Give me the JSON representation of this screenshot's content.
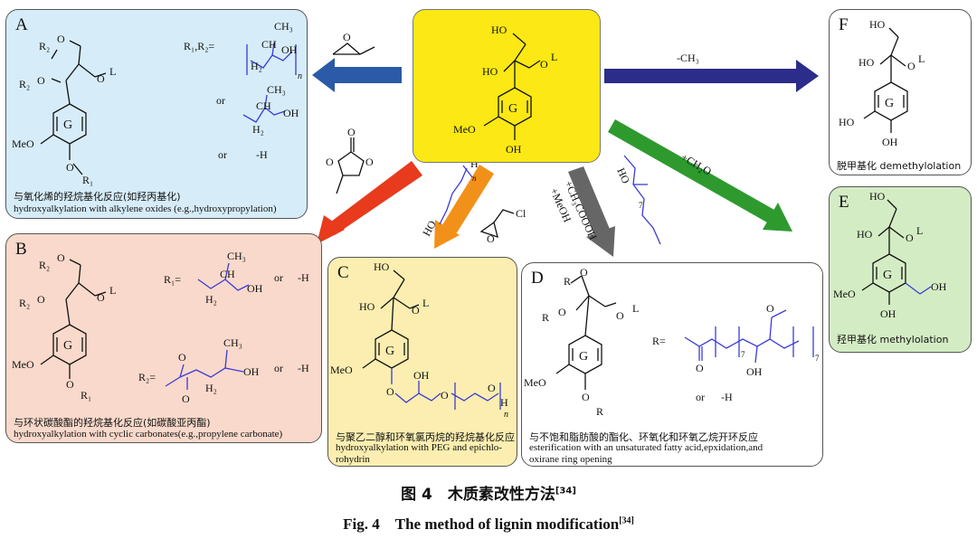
{
  "center": {
    "label_ho": "HO",
    "label_ho2": "HO",
    "label_ol": "O",
    "label_l": "L",
    "ring": "G",
    "meo": "MeO",
    "oh": "OH",
    "color": "#fbe814"
  },
  "box_a": {
    "letter": "A",
    "color": "#d6ecf8",
    "r_def": "R₁,R₂=",
    "ch3": "CH₃",
    "ch": "CH",
    "ch2": "H₂",
    "oh": "OH",
    "n": "n",
    "or1": "or",
    "or2": "or",
    "minus_h": "-H",
    "r2a": "R₂",
    "r2b": "R₂",
    "o1": "O",
    "o2": "O",
    "o3": "O",
    "l": "L",
    "ring": "G",
    "meo": "MeO",
    "r1": "R₁",
    "caption_zh": "与氧化烯的羟烷基化反应(如羟丙基化)",
    "caption_en": "hydroxyalkylation with alkylene oxides (e.g.,hydroxypropylation)"
  },
  "box_b": {
    "letter": "B",
    "color": "#f9d9cb",
    "r1_def": "R₁=",
    "r2_def": "R₂=",
    "ch3": "CH₃",
    "ch": "CH",
    "h2": "H₂",
    "oh": "OH",
    "or1": "or",
    "or2": "or",
    "minus_h1": "-H",
    "minus_h2": "-H",
    "ch3b": "CH₃",
    "h2b": "H₂",
    "ohb": "OH",
    "o_a": "O",
    "o_b": "O",
    "r2a": "R₂",
    "r2b": "R₂",
    "o1": "O",
    "o2": "O",
    "o3": "O",
    "l": "L",
    "ring": "G",
    "meo": "MeO",
    "r1": "R₁",
    "caption_zh": "与环状碳酸酯的羟烷基化反应(如碳酸亚丙酯)",
    "caption_en": "hydroxyalkylation with cyclic carbonates(e.g.,propylene carbonate)"
  },
  "box_c": {
    "letter": "C",
    "color": "#fbeeb0",
    "ho": "HO",
    "ho2": "HO",
    "o": "O",
    "l": "L",
    "ring": "G",
    "meo": "MeO",
    "oh": "OH",
    "o_chain1": "O",
    "o_chain2": "O",
    "h": "H",
    "n": "n",
    "caption_zh": "与聚乙二醇和环氧氯丙烷的羟烷基化反应",
    "caption_en1": "hydroxyalkylation with PEG and epichlo-",
    "caption_en2": "rohydrin"
  },
  "box_d": {
    "letter": "D",
    "color": "#ffffff",
    "r": "R",
    "r2": "R",
    "o1": "O",
    "o2": "O",
    "o3": "O",
    "l": "L",
    "ring": "G",
    "meo": "MeO",
    "r_def": "R=",
    "sub7a": "7",
    "sub7b": "7",
    "o_ep": "O",
    "oh": "OH",
    "or": "or",
    "minus_h": "-H",
    "caption_zh": "与不饱和脂肪酸的酯化、环氧化和环氧乙烷开环反应",
    "caption_en1": "esterification with an unsaturated fatty acid,epxidation,and",
    "caption_en2": "oxirane ring opening"
  },
  "box_e": {
    "letter": "E",
    "color": "#d4ecc4",
    "ho": "HO",
    "ho2": "HO",
    "o": "O",
    "l": "L",
    "ring": "G",
    "meo": "MeO",
    "oh": "OH",
    "ch2oh": "OH",
    "caption": "羟甲基化 methylolation"
  },
  "box_f": {
    "letter": "F",
    "color": "#ffffff",
    "ho": "HO",
    "ho2": "HO",
    "o": "O",
    "l": "L",
    "ring": "G",
    "ho3": "HO",
    "oh": "OH",
    "caption": "脱甲基化 demethylolation"
  },
  "arrows": {
    "to_f_label": "-CH₃",
    "to_e_label": "+CH₂O",
    "to_d_label1": "+CH₃COOOH",
    "to_d_label2": "+MeOH",
    "to_c_ho": "HO",
    "to_c_h": "H",
    "to_c_n": "n",
    "to_c_cl": "Cl",
    "to_d_ho": "HO",
    "to_d_sub": "7",
    "colors": {
      "blue": "#2a5aa8",
      "navy": "#2c2c8a",
      "green": "#2e9a2e",
      "red": "#e83a1c",
      "orange": "#f2911a",
      "gray": "#666666"
    }
  },
  "figure": {
    "caption_zh": "图 4　木质素改性方法",
    "caption_en": "Fig. 4　The method of lignin modification",
    "ref": "[34]"
  }
}
